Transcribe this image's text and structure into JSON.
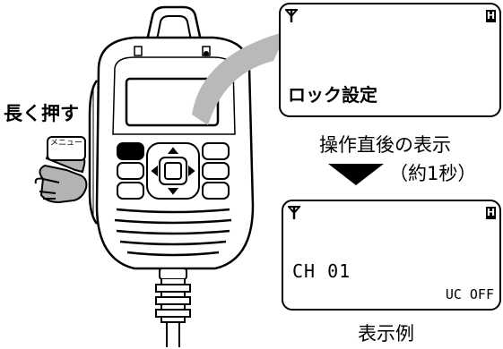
{
  "instruction": "長く押す",
  "menu_key_label": "メニュー",
  "screen_before": {
    "antenna_icon": "antenna-icon",
    "h_badge": "H",
    "text": "ロック設定"
  },
  "caption_after_operation": "操作直後の表示",
  "timing_note": "（約1秒）",
  "screen_after": {
    "antenna_icon": "antenna-icon",
    "h_badge": "H",
    "channel": "CH 01",
    "status": "UC OFF"
  },
  "caption_example": "表示例"
}
